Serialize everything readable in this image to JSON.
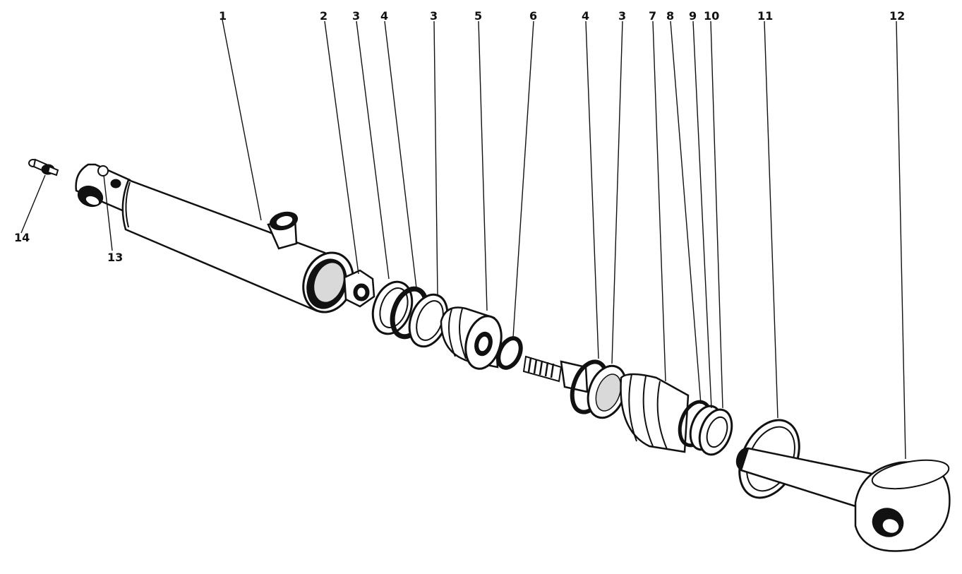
{
  "callouts": [
    {
      "id": "c1",
      "text": "1"
    },
    {
      "id": "c2",
      "text": "2"
    },
    {
      "id": "c3a",
      "text": "3"
    },
    {
      "id": "c4a",
      "text": "4"
    },
    {
      "id": "c3b",
      "text": "3"
    },
    {
      "id": "c5",
      "text": "5"
    },
    {
      "id": "c6",
      "text": "6"
    },
    {
      "id": "c4b",
      "text": "4"
    },
    {
      "id": "c3c",
      "text": "3"
    },
    {
      "id": "c7",
      "text": "7"
    },
    {
      "id": "c8",
      "text": "8"
    },
    {
      "id": "c9",
      "text": "9"
    },
    {
      "id": "c10",
      "text": "10"
    },
    {
      "id": "c11",
      "text": "11"
    },
    {
      "id": "c12",
      "text": "12"
    },
    {
      "id": "c13",
      "text": "13"
    },
    {
      "id": "c14",
      "text": "14"
    }
  ]
}
